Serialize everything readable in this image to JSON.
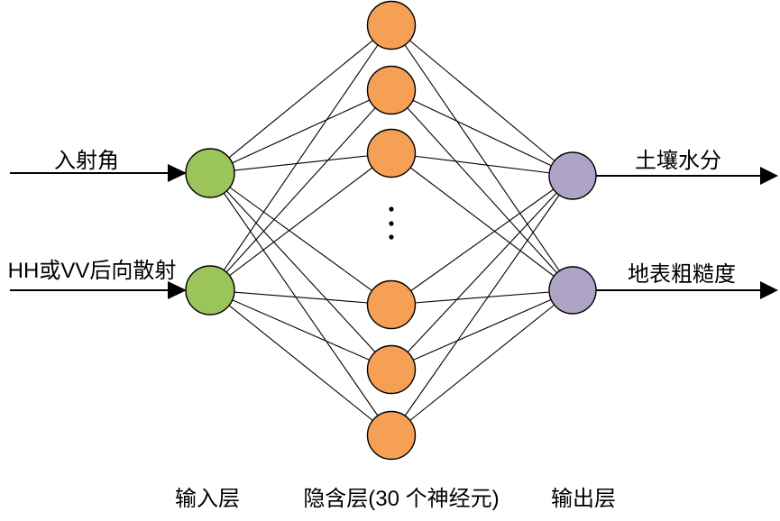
{
  "diagram": {
    "type": "neural-network",
    "inputs": [
      {
        "label": "入射角"
      },
      {
        "label": "HH或VV后向散射"
      }
    ],
    "outputs": [
      {
        "label": "土壤水分"
      },
      {
        "label": "地表粗糙度"
      }
    ],
    "layers": {
      "input": {
        "label": "输入层",
        "node_count": 2,
        "color": "#9bc45a"
      },
      "hidden": {
        "label": "隐含层(30 个神经元)",
        "neuron_count": 30,
        "visible_node_count": 6,
        "color": "#f6a055"
      },
      "output": {
        "label": "输出层",
        "node_count": 2,
        "color": "#afa3c8"
      }
    },
    "colors": {
      "edge": "#000000",
      "node_stroke": "#000000",
      "text": "#000000",
      "background": "#ffffff"
    }
  }
}
